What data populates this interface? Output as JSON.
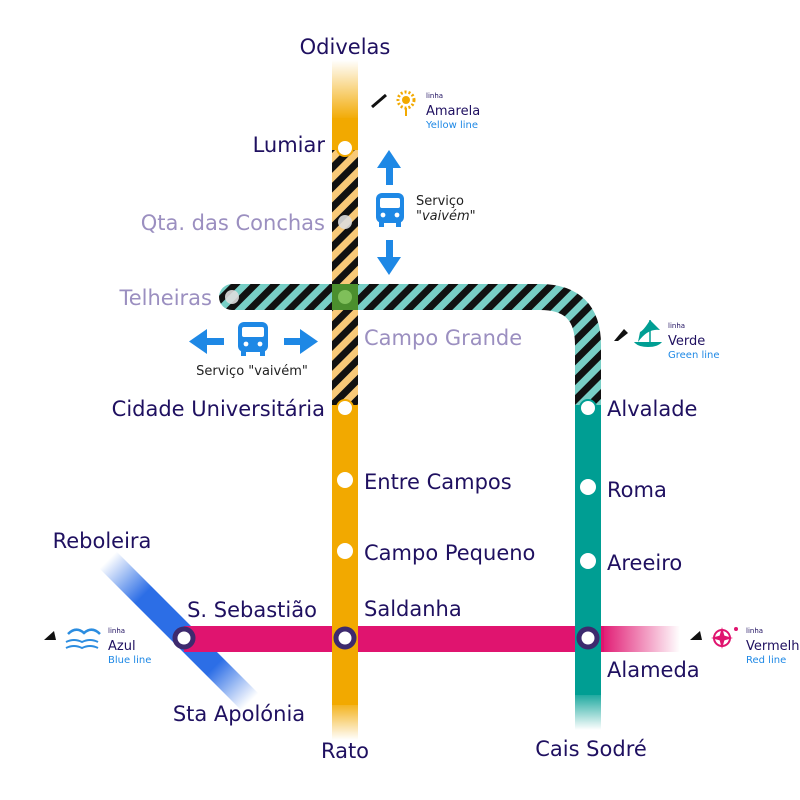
{
  "colors": {
    "yellow": "#f2a900",
    "green": "#009e93",
    "blue": "#2c6ee6",
    "red": "#e0146f",
    "navy": "#1f1060",
    "muted": "#9b8fc0",
    "arrow": "#1e88e5",
    "hatch": "#78cfc6"
  },
  "stations": {
    "odivelas": "Odivelas",
    "lumiar": "Lumiar",
    "qta_conchas": "Qta. das Conchas",
    "telheiras": "Telheiras",
    "campo_grande": "Campo Grande",
    "cidade_universitaria": "Cidade Universitária",
    "entre_campos": "Entre Campos",
    "campo_pequeno": "Campo Pequeno",
    "saldanha": "Saldanha",
    "rato": "Rato",
    "alvalade": "Alvalade",
    "roma": "Roma",
    "areeiro": "Areeiro",
    "alameda": "Alameda",
    "cais_sodre": "Cais Sodré",
    "reboleira": "Reboleira",
    "s_sebastiao": "S. Sebastião",
    "sta_apolonia": "Sta Apolónia"
  },
  "shuttle": {
    "vertical_line1": "Serviço",
    "vertical_line2": "\"vaivém\"",
    "horizontal": "Serviço \"vaivém\""
  },
  "legend": {
    "yellow": {
      "prefix": "linha",
      "name": "Amarela",
      "english": "Yellow line",
      "icon": "sunflower-icon"
    },
    "green": {
      "prefix": "linha",
      "name": "Verde",
      "english": "Green line",
      "icon": "caravel-icon"
    },
    "blue": {
      "prefix": "linha",
      "name": "Azul",
      "english": "Blue line",
      "icon": "seagull-icon"
    },
    "red": {
      "prefix": "linha",
      "name": "Vermelha",
      "english": "Red line",
      "icon": "compass-rose-icon"
    }
  }
}
